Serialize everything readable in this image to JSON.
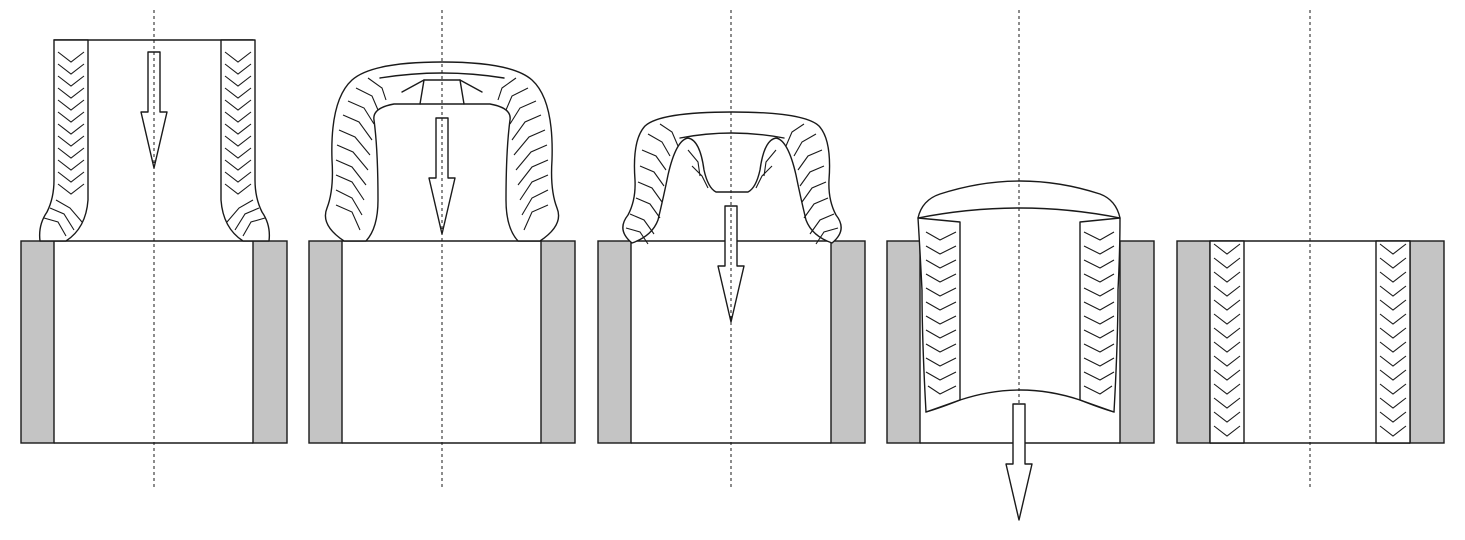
{
  "figure": {
    "kind": "stage sequence diagram",
    "stage_count": 5,
    "stages": [
      {
        "id": 1,
        "motion_arrow": "down",
        "has_cylinder": true
      },
      {
        "id": 2,
        "motion_arrow": "down",
        "has_cylinder": true
      },
      {
        "id": 3,
        "motion_arrow": "down",
        "has_cylinder": true
      },
      {
        "id": 4,
        "motion_arrow": "down",
        "has_cylinder": true
      },
      {
        "id": 5,
        "motion_arrow": "none",
        "has_cylinder": true
      }
    ],
    "colors": {
      "line": "#1a1a1a",
      "wall_fill": "#c4c4c4",
      "background": "#ffffff"
    }
  }
}
